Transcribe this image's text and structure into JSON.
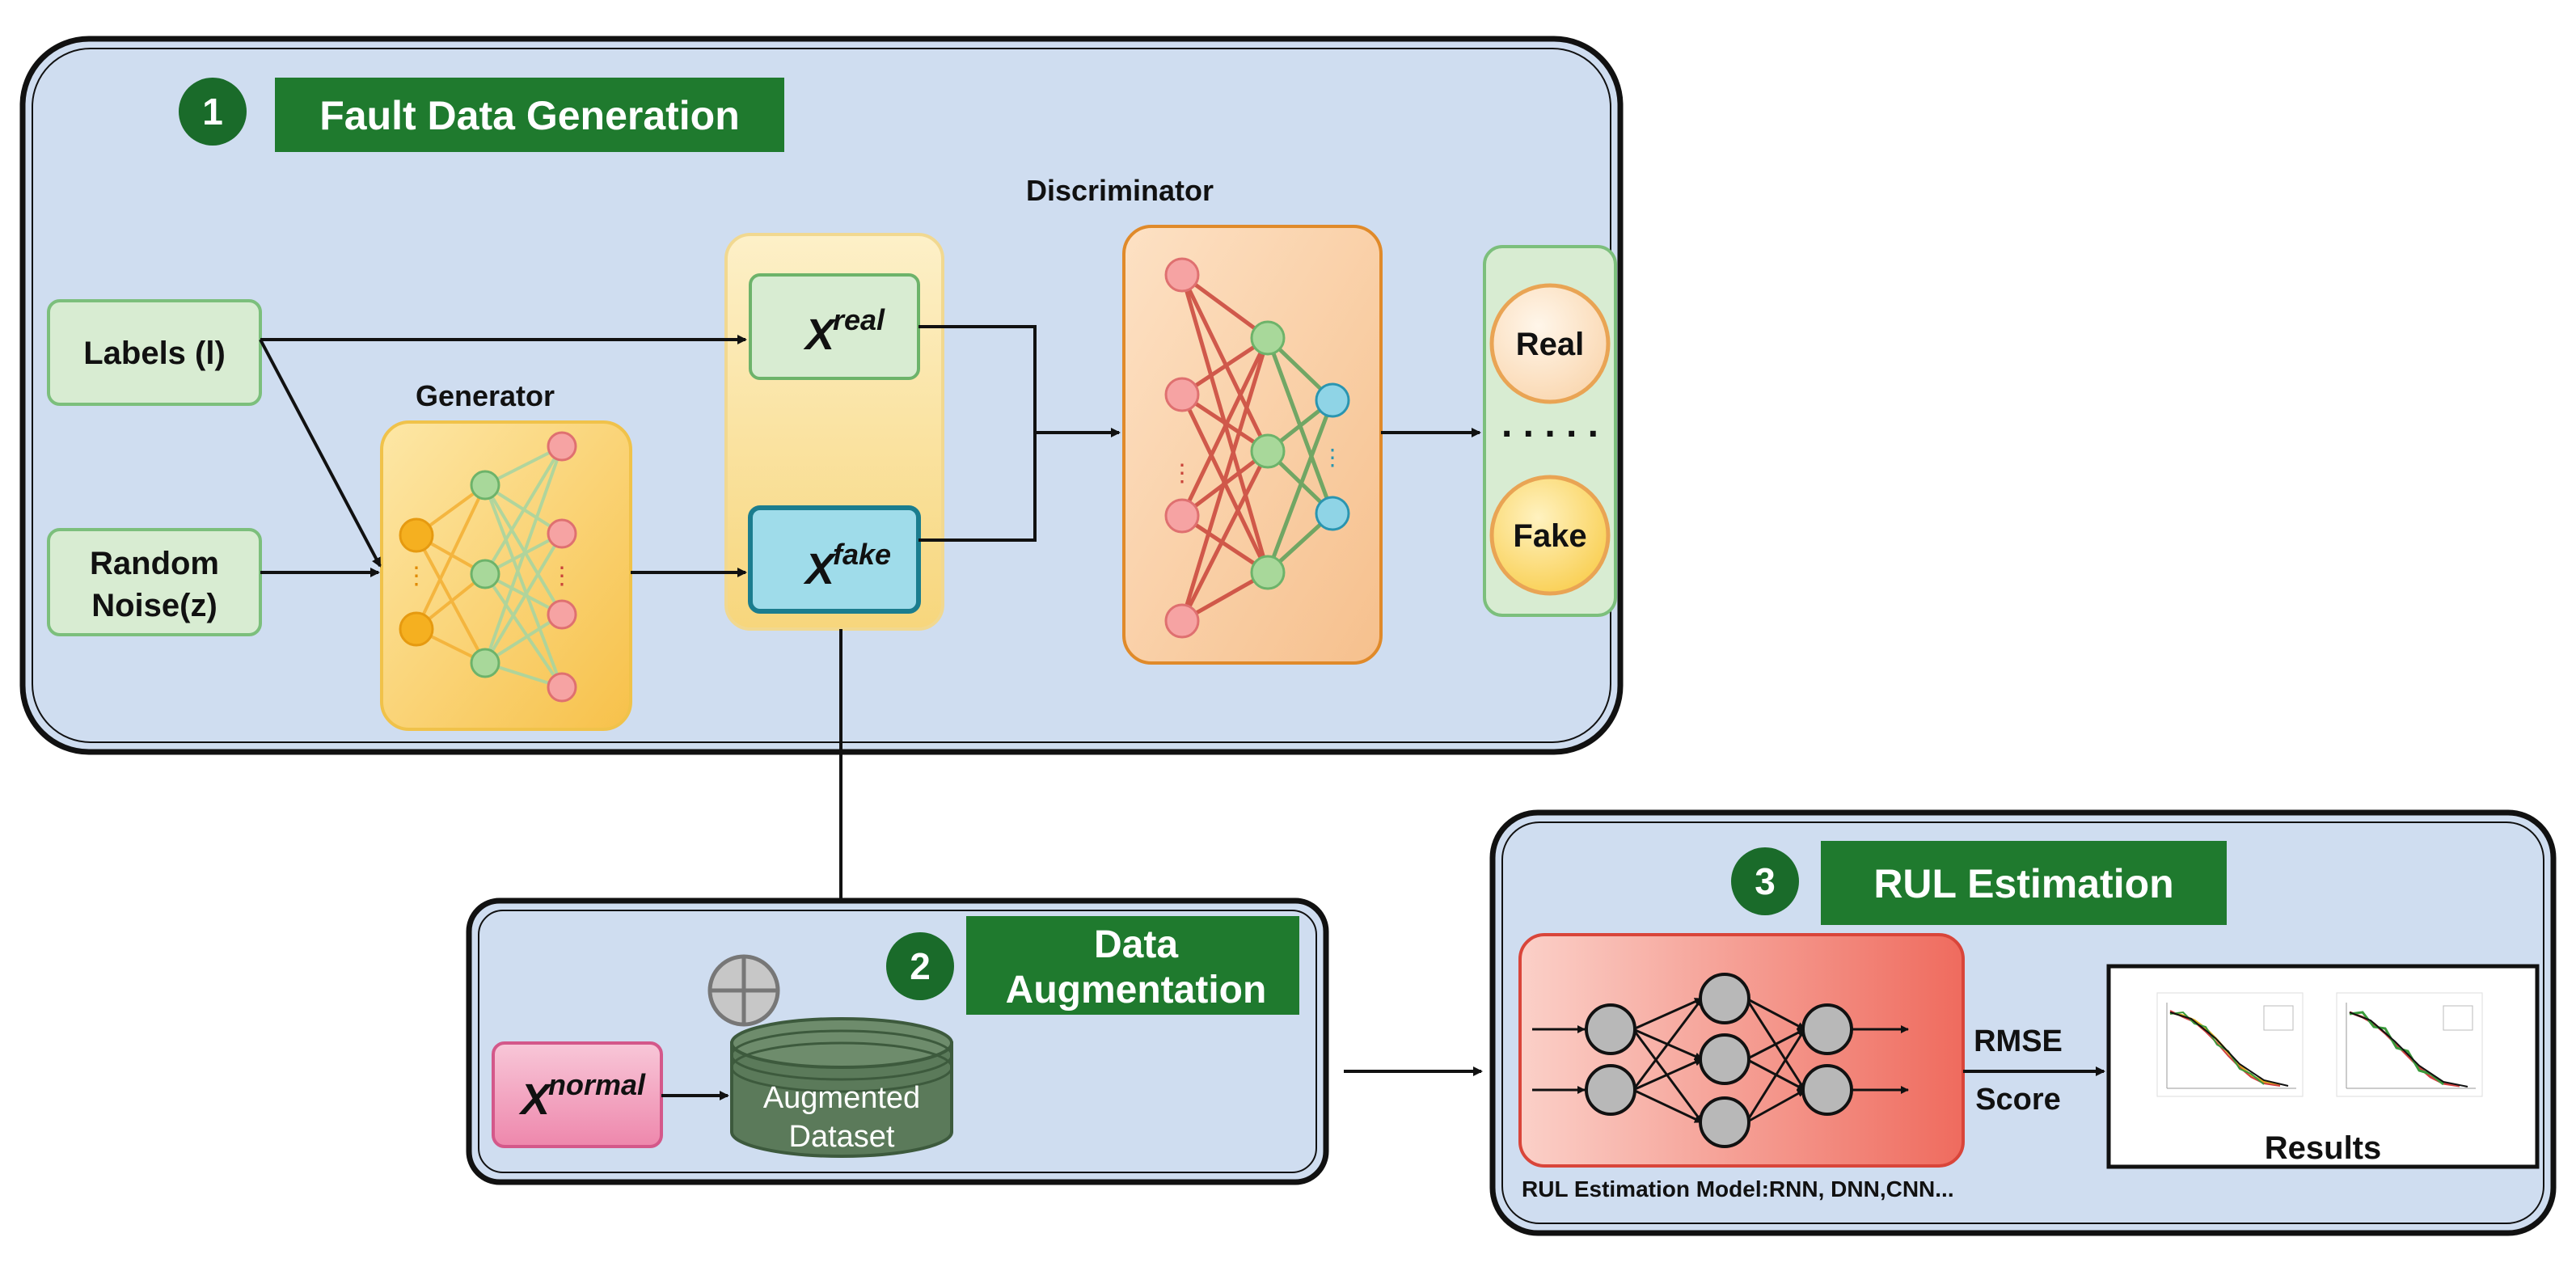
{
  "panel1": {
    "number": "1",
    "title": "Fault Data Generation",
    "labels_box": "Labels (l)",
    "noise_line1": "Random",
    "noise_line2": "Noise(z)",
    "generator_label": "Generator",
    "x_real": {
      "base": "X",
      "sup": "real"
    },
    "x_fake": {
      "base": "X",
      "sup": "fake"
    },
    "discriminator_label": "Discriminator",
    "out_real": "Real",
    "out_fake": "Fake",
    "out_dots": ". . . . ."
  },
  "panel2": {
    "number": "2",
    "title_line1": "Data",
    "title_line2": "Augmentation",
    "x_normal": {
      "base": "X",
      "sup": "normal"
    },
    "dataset_line1": "Augmented",
    "dataset_line2": "Dataset",
    "plus_symbol": "⊕"
  },
  "panel3": {
    "number": "3",
    "title": "RUL Estimation",
    "metric1": "RMSE",
    "metric2": "Score",
    "results_label": "Results",
    "model_caption": "RUL Estimation Model:RNN, DNN,CNN..."
  },
  "colors": {
    "panel_fill": "#cfddf0",
    "badge_green": "#1a6b2a",
    "title_green": "#1f7a2e",
    "light_green_box": "#d8ecd2",
    "generator_fill": "#fbd77a",
    "discriminator_fill": "#f9cfa7",
    "fake_fill": "#9fdcea",
    "normal_fill": "#f4a9c4",
    "dataset_fill": "#5b7a5a",
    "rul_model_fill": "#f2857a"
  }
}
